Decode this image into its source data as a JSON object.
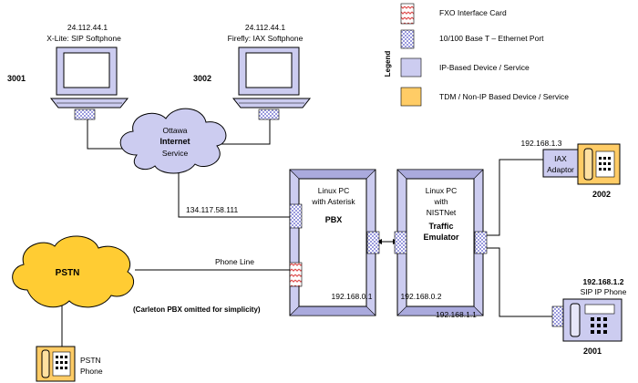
{
  "legend": {
    "title": "Legend",
    "items": [
      {
        "icon": "fxo-card-icon",
        "label": "FXO Interface Card"
      },
      {
        "icon": "ethernet-port-icon",
        "label": "10/100 Base T – Ethernet Port"
      },
      {
        "icon": "ip-device-swatch",
        "label": "IP-Based Device / Service"
      },
      {
        "icon": "tdm-device-swatch",
        "label": "TDM / Non-IP Based Device / Service"
      }
    ]
  },
  "colors": {
    "ip_device": "#ccccf0",
    "tdm_device": "#ffcc66",
    "pstn_cloud": "#ffcc33",
    "internet_cloud": "#ccccf0",
    "ethernet_port": "#9999dd",
    "fxo_card": "#e05050"
  },
  "nodes": {
    "xlite": {
      "ip": "24.112.44.1",
      "name": "X-Lite: SIP Softphone",
      "ext": "3001"
    },
    "firefly": {
      "ip": "24.112.44.1",
      "name": "Firefly: IAX Softphone",
      "ext": "3002"
    },
    "internet": {
      "line1": "Ottawa",
      "line2": "Internet",
      "line3": "Service"
    },
    "pbx": {
      "line1": "Linux PC",
      "line2": "with Asterisk",
      "line3": "PBX",
      "wan_ip": "134.117.58.111",
      "lan_ip": "192.168.0.1"
    },
    "emulator": {
      "line1": "Linux PC",
      "line2": "with",
      "line3": "NISTNet",
      "line4": "Traffic",
      "line5": "Emulator",
      "ip_in": "192.168.0.2",
      "ip_out": "192.168.1.1"
    },
    "iax": {
      "ip": "192.168.1.3",
      "line1": "IAX",
      "line2": "Adaptor",
      "ext": "2002"
    },
    "sip": {
      "ip": "192.168.1.2",
      "name": "SIP IP Phone",
      "ext": "2001"
    },
    "pstn": {
      "label": "PSTN",
      "link": "Phone Line",
      "note": "(Carleton PBX omitted for simplicity)"
    },
    "pstn_phone": {
      "line1": "PSTN",
      "line2": "Phone"
    }
  }
}
